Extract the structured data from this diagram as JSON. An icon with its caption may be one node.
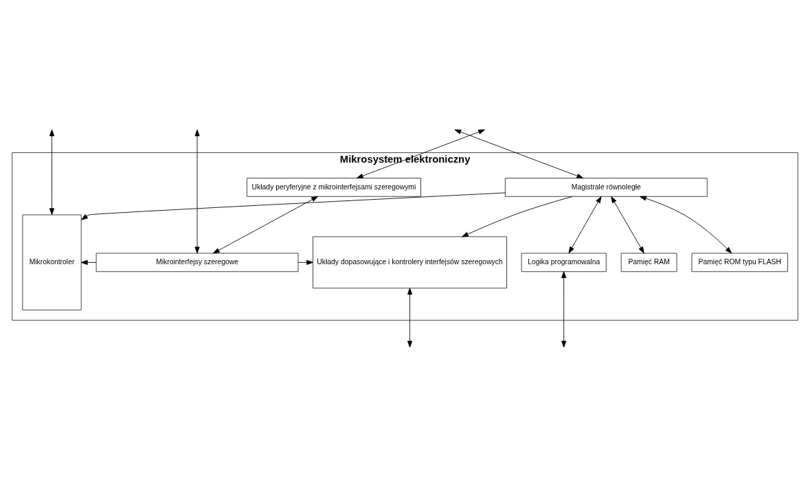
{
  "diagram": {
    "nodes": [
      {
        "text": [
          "Mikrosystem elektroniczny"
        ]
      },
      {
        "text": [
          "Układy peryferyjne z mikrointerfejsami szeregowymi"
        ],
        "in": 0
      },
      {
        "text": [
          "Mikrokontroler"
        ],
        "in": 0
      },
      {
        "text": [
          "Mikrointerfejsy szeregowe"
        ],
        "in": 0
      },
      {
        "text": [
          "Magistrale równoległe"
        ],
        "in": 0
      },
      {
        "text": [
          "Układy dopasowujące i kontrolery interfejsów szeregowych"
        ],
        "in": 0
      },
      {
        "text": [
          "Logika programowalna"
        ],
        "in": 0
      },
      {
        "text": [
          "Pamięć RAM"
        ],
        "in": 0
      },
      {
        "text": [
          "Pamięć ROM typu FLASH"
        ],
        "in": 0
      }
    ],
    "edges": [
      {
        "from": null,
        "to": 2,
        "arrow": "both"
      },
      {
        "from": null,
        "to": 4,
        "arrow": "both"
      },
      {
        "from": null,
        "to": 3,
        "arrow": "both"
      },
      {
        "from": null,
        "to": 1,
        "arrow": "both"
      },
      {
        "from": 1,
        "to": 3,
        "arrow": "both"
      },
      {
        "from": 3,
        "to": 2,
        "arrow": "to"
      },
      {
        "from": 3,
        "to": 5,
        "arrow": "to"
      },
      {
        "from": 4,
        "to": 2,
        "arrow": "to"
      },
      {
        "from": 4,
        "to": 5,
        "arrow": "to"
      },
      {
        "from": 4,
        "to": 6,
        "arrow": "both"
      },
      {
        "from": 4,
        "to": 7,
        "arrow": "both"
      },
      {
        "from": 4,
        "to": 8,
        "arrow": "both"
      },
      {
        "from": 6,
        "to": null,
        "arrow": "both"
      },
      {
        "from": 5,
        "to": null,
        "arrow": "both"
      }
    ]
  }
}
